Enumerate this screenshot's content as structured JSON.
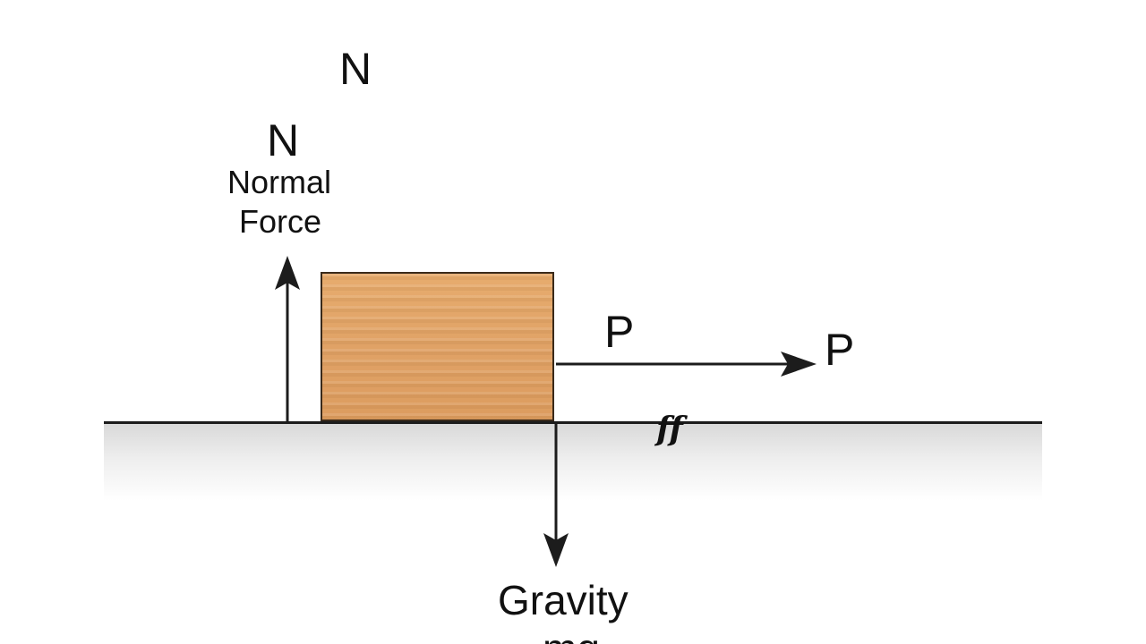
{
  "labels": {
    "normal_symbol_top": "N",
    "normal_symbol": "N",
    "normal_line1": "Normal",
    "normal_line2": "Force",
    "push_symbol_left": "P",
    "push_symbol_right": "P",
    "friction_symbol": "ff",
    "gravity": "Gravity",
    "gravity_symbol": "mg"
  },
  "colors": {
    "block": "#e0a266",
    "block_edge": "#3a2a1a",
    "arrow": "#1c1c1c",
    "ground": "#d9d9d9"
  }
}
